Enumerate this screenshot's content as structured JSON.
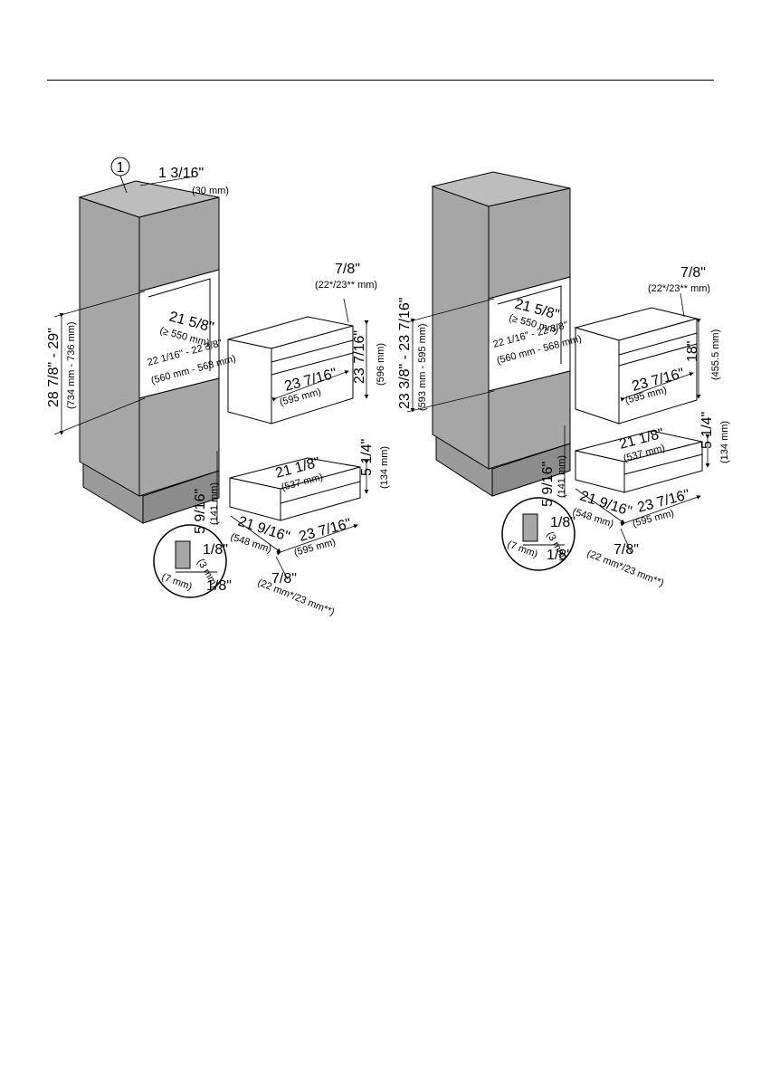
{
  "callout": "1",
  "left": {
    "top_gap": "1 3/16\"",
    "top_gap_mm": "(30 mm)",
    "side_gap": "7/8\"",
    "side_gap_mm": "(22*/23** mm)",
    "niche_h": "28 7/8\" - 29\"",
    "niche_h_mm": "(734 mm - 736 mm)",
    "niche_d": "21 5/8\"",
    "niche_d_mm": "(≥ 550 mm)",
    "niche_w": "22 1/16\" - 22 3/8\"",
    "niche_w_mm": "(560 mm - 568 mm)",
    "oven_w": "23 7/16\"",
    "oven_w_mm": "(595 mm)",
    "oven_h": "23 7/16\"",
    "oven_h_mm": "(596 mm)",
    "drawer_d": "21 1/8\"",
    "drawer_d_mm": "(537 mm)",
    "drawer_h": "5 1/4\"",
    "drawer_h_mm": "(134 mm)",
    "drawer_front_h": "5 9/16\"",
    "drawer_front_h_mm": "(141 mm)",
    "drawer_side": "21 9/16\"",
    "drawer_side_mm": "(548 mm)",
    "drawer_w": "23 7/16\"",
    "drawer_w_mm": "(595 mm)",
    "detail_a": "1/8\"",
    "detail_a_mm": "(3 mm)",
    "detail_b": "1/8\"",
    "detail_b_mm": "(7 mm)",
    "bottom_gap": "7/8\"",
    "bottom_gap_mm": "(22 mm*/23 mm**)"
  },
  "right": {
    "side_gap": "7/8\"",
    "side_gap_mm": "(22*/23** mm)",
    "niche_h": "23 3/8\" - 23 7/16\"",
    "niche_h_mm": "(593 mm - 595 mm)",
    "niche_d": "21 5/8\"",
    "niche_d_mm": "(≥ 550 mm)",
    "niche_w": "22 1/16\" - 22 3/8\"",
    "niche_w_mm": "(560 mm - 568 mm)",
    "oven_w": "23 7/16\"",
    "oven_w_mm": "(595 mm)",
    "oven_h": "18\"",
    "oven_h_mm": "(455.5 mm)",
    "drawer_d": "21 1/8\"",
    "drawer_d_mm": "(537 mm)",
    "drawer_h": "5 1/4\"",
    "drawer_h_mm": "(134 mm)",
    "drawer_front_h": "5 9/16\"",
    "drawer_front_h_mm": "(141 mm)",
    "drawer_side": "21 9/16\"",
    "drawer_side_mm": "(548 mm)",
    "drawer_w": "23 7/16\"",
    "drawer_w_mm": "(595 mm)",
    "detail_a": "1/8\"",
    "detail_a_mm": "(3 mm)",
    "detail_b": "1/8\"",
    "detail_b_mm": "(7 mm)",
    "bottom_gap": "7/8\"",
    "bottom_gap_mm": "(22 mm*/23 mm**)"
  },
  "colors": {
    "cabinet": "#a6a6a6",
    "cabinet_dark": "#8c8c8c",
    "appliance": "#ffffff",
    "line": "#000000"
  }
}
